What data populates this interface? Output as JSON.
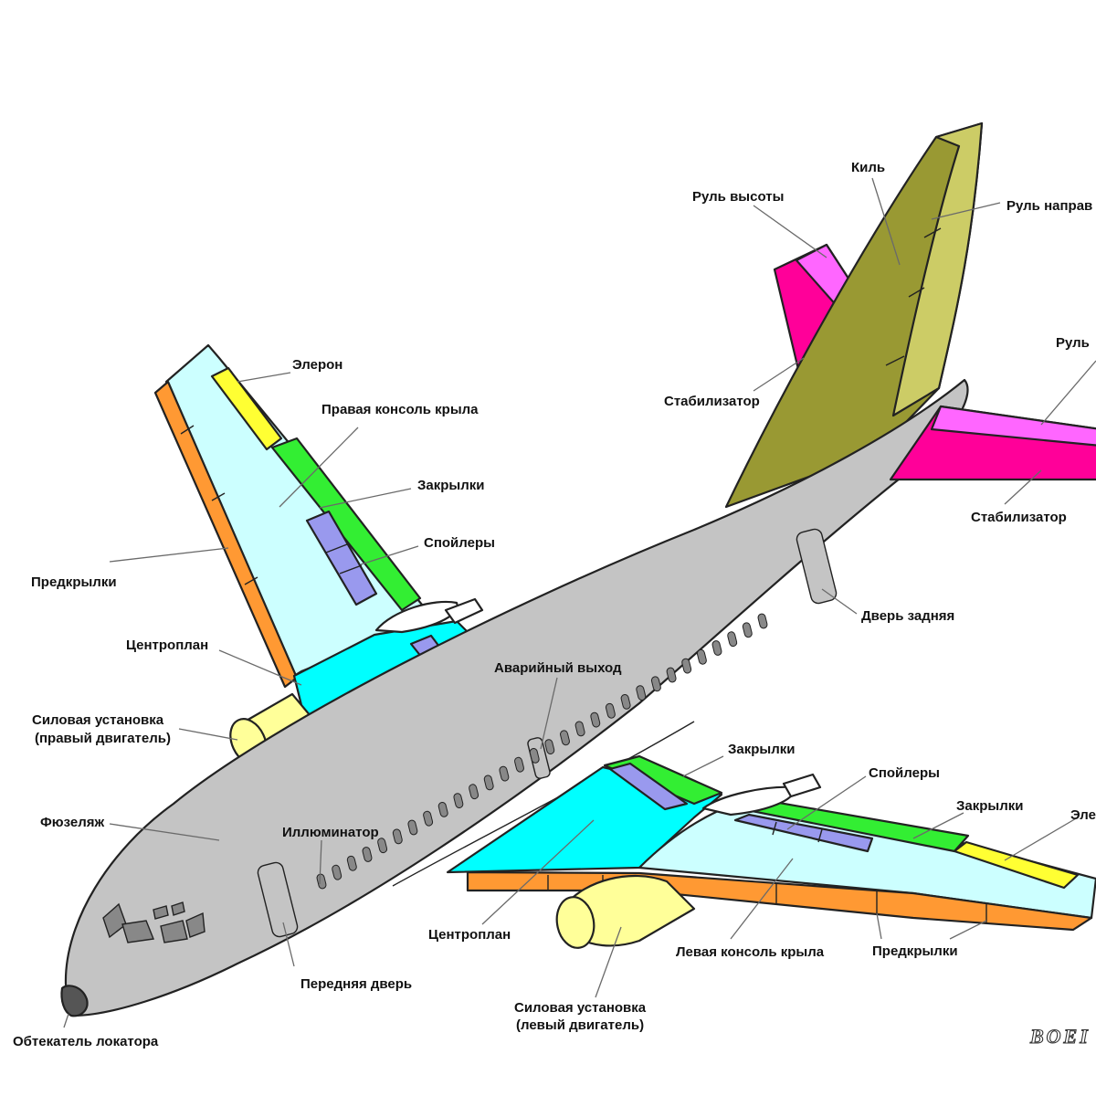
{
  "colors": {
    "fuselage": "#c4c4c4",
    "wing": "#ccffff",
    "center_section": "#00ffff",
    "slats": "#ff9933",
    "flaps": "#33ee33",
    "spoilers": "#9999ee",
    "aileron": "#ffff33",
    "fin": "#999933",
    "rudder": "#cccc66",
    "stabilizer": "#ff0099",
    "elevator": "#ff66ff",
    "engine": "#ffff99"
  },
  "labels": {
    "kil": "Киль",
    "rul_vysoty": "Руль высоты",
    "rul_napr": "Руль направ",
    "rul_right": "Руль",
    "stabilizator_1": "Стабилизатор",
    "stabilizator_2": "Стабилизатор",
    "eleron": "Элерон",
    "right_wing": "Правая консоль крыла",
    "zakrylki_1": "Закрылки",
    "spoilery_1": "Спойлеры",
    "predkrylki_1": "Предкрылки",
    "centroplan_1": "Центроплан",
    "engine_right_1": "Силовая установка",
    "engine_right_2": "(правый двигатель)",
    "fuselage": "Фюзеляж",
    "illuminator": "Иллюминатор",
    "emergency_exit": "Аварийный выход",
    "rear_door": "Дверь задняя",
    "zakrylki_2": "Закрылки",
    "spoilery_2": "Спойлеры",
    "zakrylki_3": "Закрылки",
    "ele_right": "Эле",
    "front_door": "Передняя дверь",
    "centroplan_2": "Центроплан",
    "left_wing": "Левая консоль крыла",
    "predkrylki_2": "Предкрылки",
    "engine_left_1": "Силовая установка",
    "engine_left_2": "(левый двигатель)",
    "radome": "Обтекатель локатора"
  },
  "brand": "BOEI"
}
